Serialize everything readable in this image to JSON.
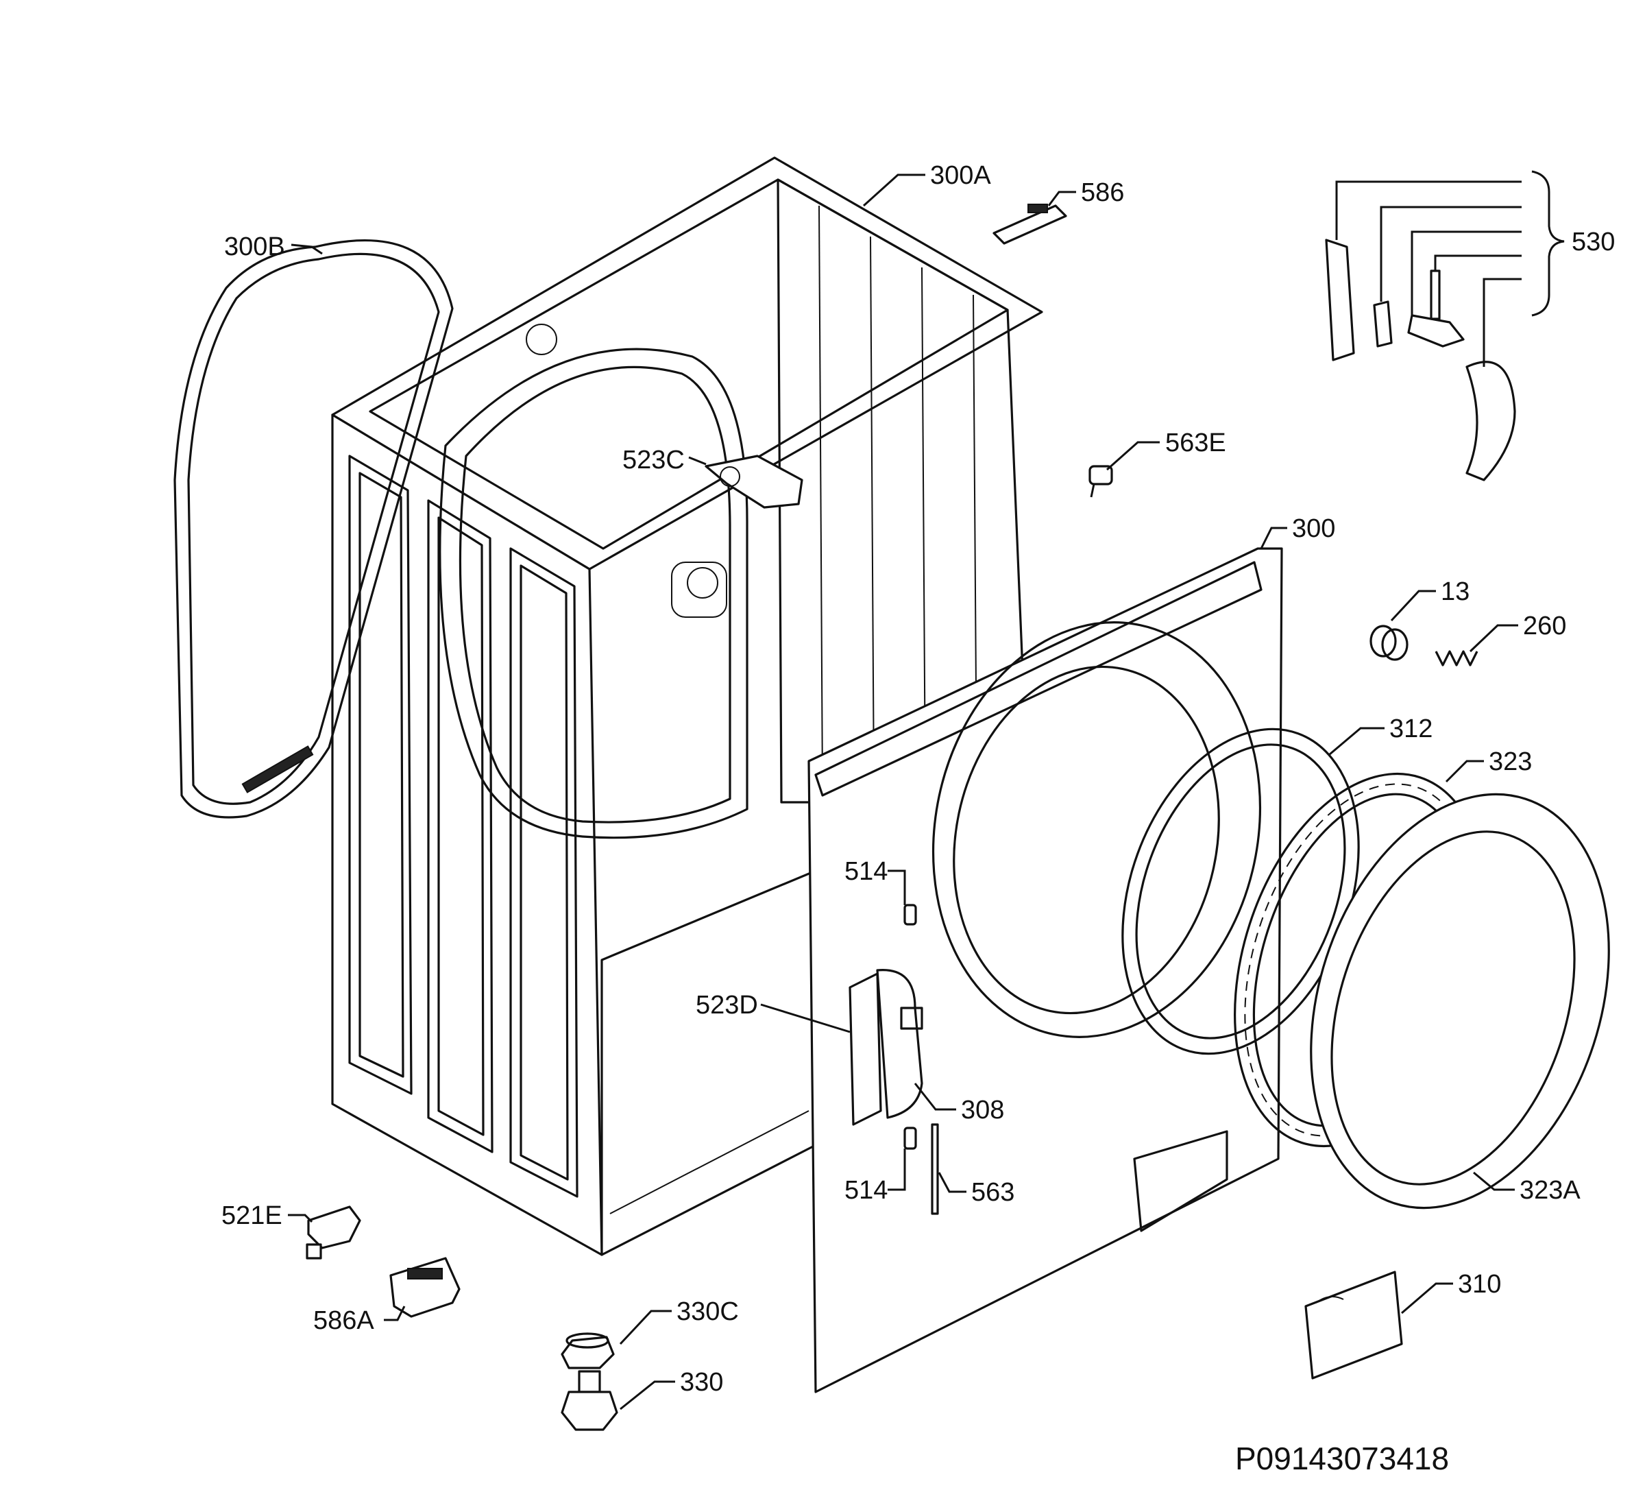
{
  "diagram": {
    "labels": {
      "p300A": "300A",
      "p586": "586",
      "p530": "530",
      "p300B": "300B",
      "p563E": "563E",
      "p523C": "523C",
      "p300": "300",
      "p13": "13",
      "p260": "260",
      "p312": "312",
      "p323": "323",
      "p514a": "514",
      "p523D": "523D",
      "p308": "308",
      "p514b": "514",
      "p563": "563",
      "p323A": "323A",
      "p521E": "521E",
      "p586A": "586A",
      "p330C": "330C",
      "p330": "330",
      "p310": "310"
    },
    "drawing_code": "P09143073418"
  }
}
